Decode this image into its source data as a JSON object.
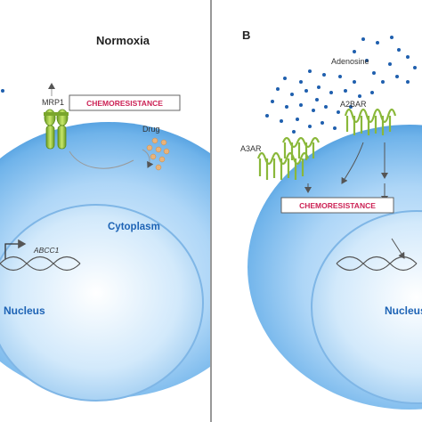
{
  "panel_a": {
    "title": "Normoxia",
    "labels": {
      "mrp1": "MRP1",
      "chemoresistance": "CHEMORESISTANCE",
      "drug": "Drug",
      "cytoplasm": "Cytoplasm",
      "gene": "ABCC1",
      "nucleus": "Nucleus"
    }
  },
  "panel_b": {
    "letter": "B",
    "labels": {
      "adenosine": "Adenosine",
      "a2bar": "A2BAR",
      "a3ar": "A3AR",
      "chemoresistance": "CHEMORESISTANCE",
      "nucleus": "Nucleus"
    }
  },
  "colors": {
    "chemoresistance_text": "#cc2255",
    "adenosine_dots": "#1f5fae",
    "drug_particles": "#e8b37a",
    "cell_blue": "#5aa8e8",
    "receptor_green": "#8ab83a"
  }
}
